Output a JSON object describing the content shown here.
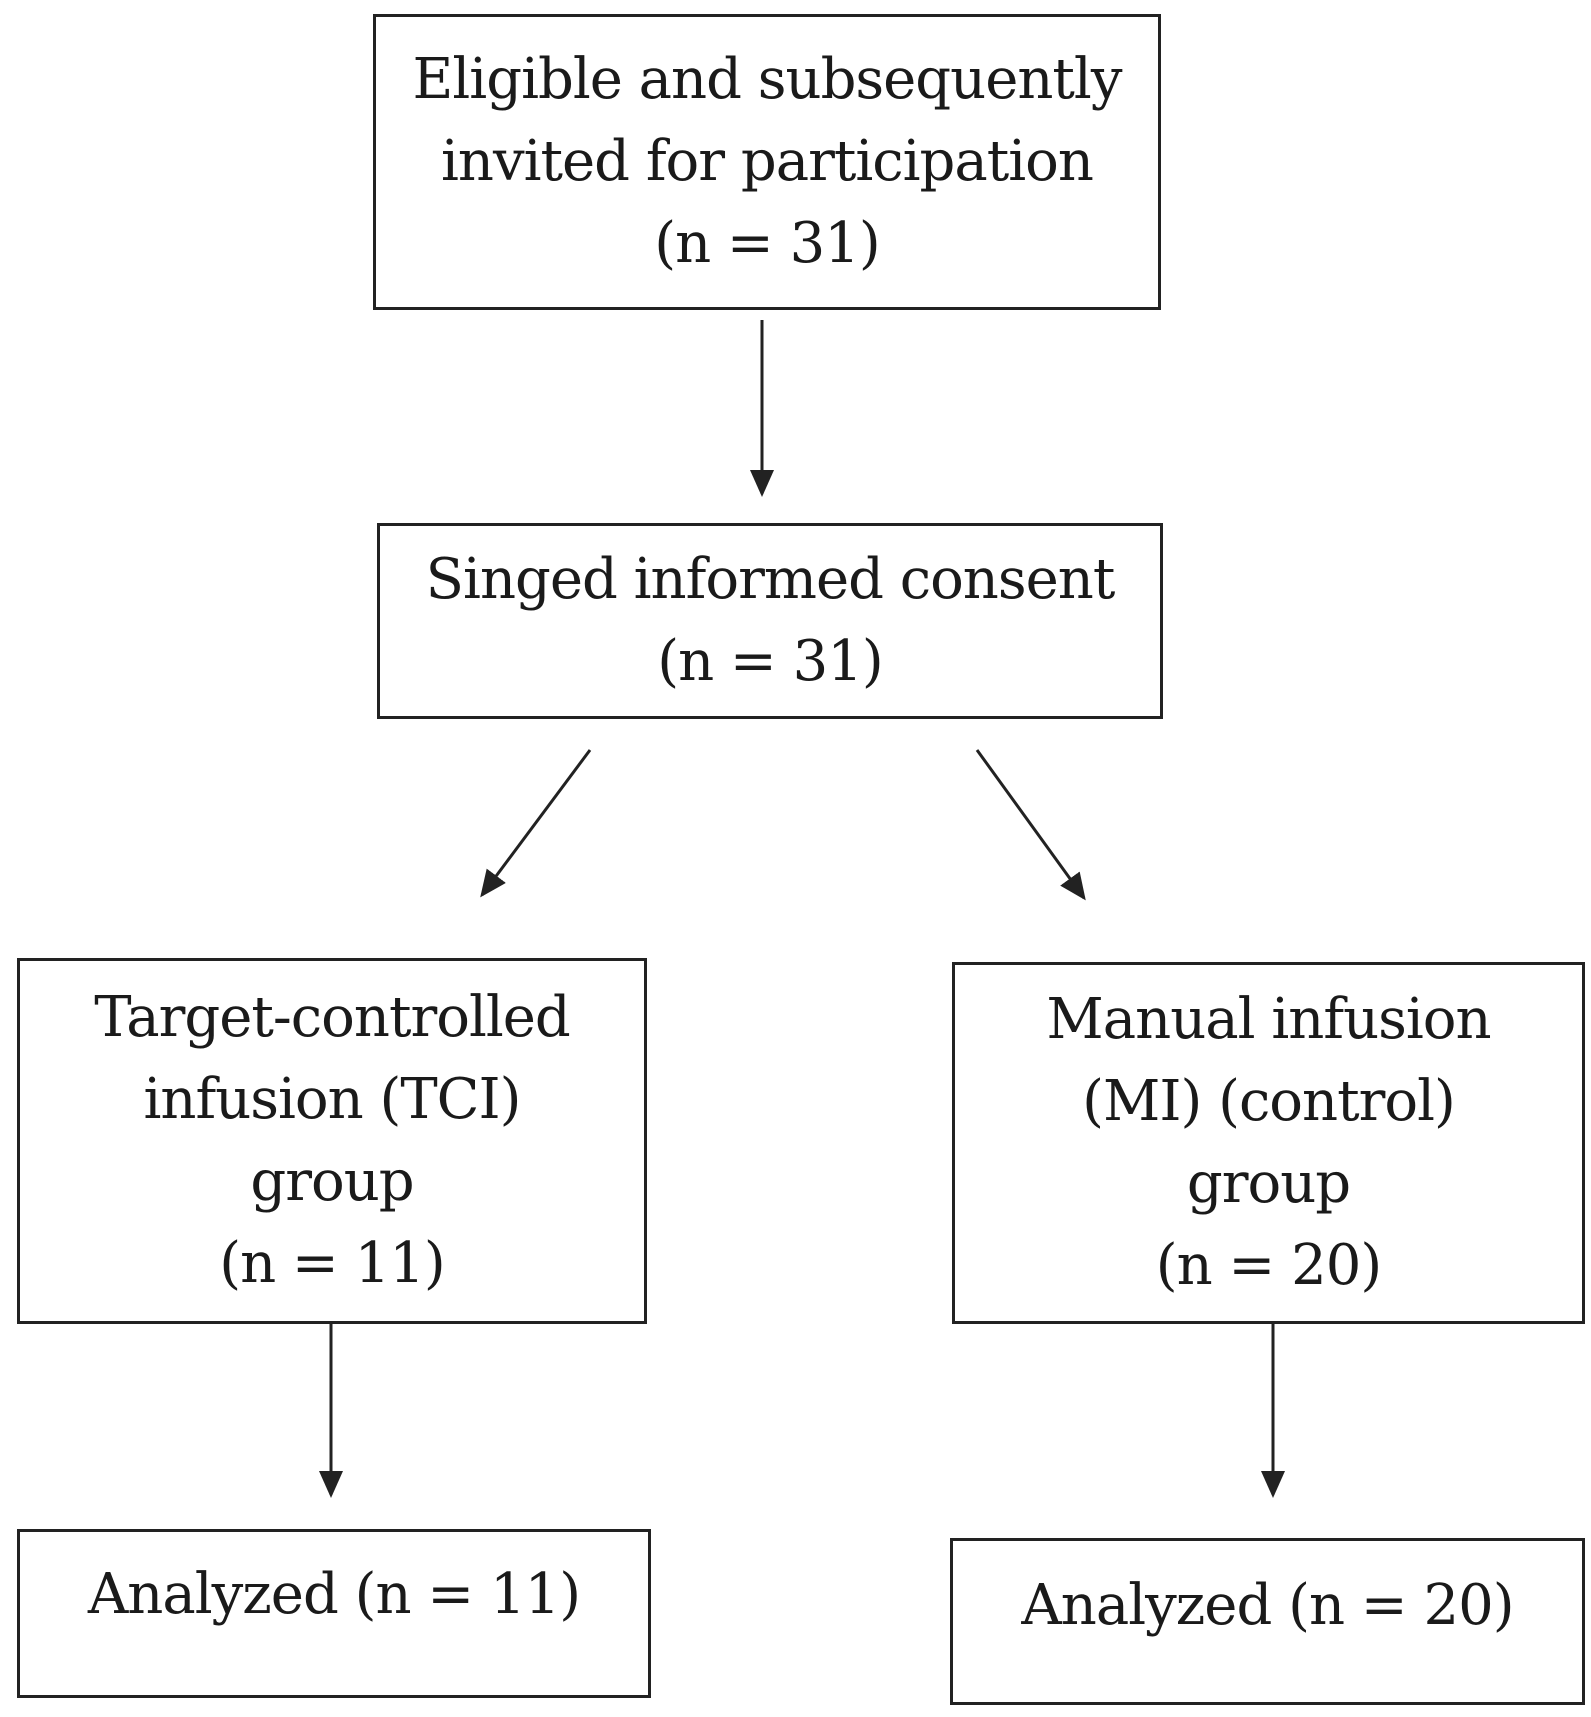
{
  "boxes": {
    "eligible": {
      "line1": "Eligible and subsequently",
      "line2": "invited for participation",
      "line3": "(n = 31)"
    },
    "consent": {
      "line1": "Singed informed consent",
      "line2": "(n = 31)"
    },
    "tci_group": {
      "line1": "Target-controlled",
      "line2": "infusion (TCI)",
      "line3": "group",
      "line4": "(n = 11)"
    },
    "mi_group": {
      "line1": "Manual infusion",
      "line2": "(MI) (control)",
      "line3": "group",
      "line4": "(n = 20)"
    },
    "analyzed_tci": {
      "line1": "Analyzed (n = 11)"
    },
    "analyzed_mi": {
      "line1": "Analyzed (n = 20)"
    }
  }
}
